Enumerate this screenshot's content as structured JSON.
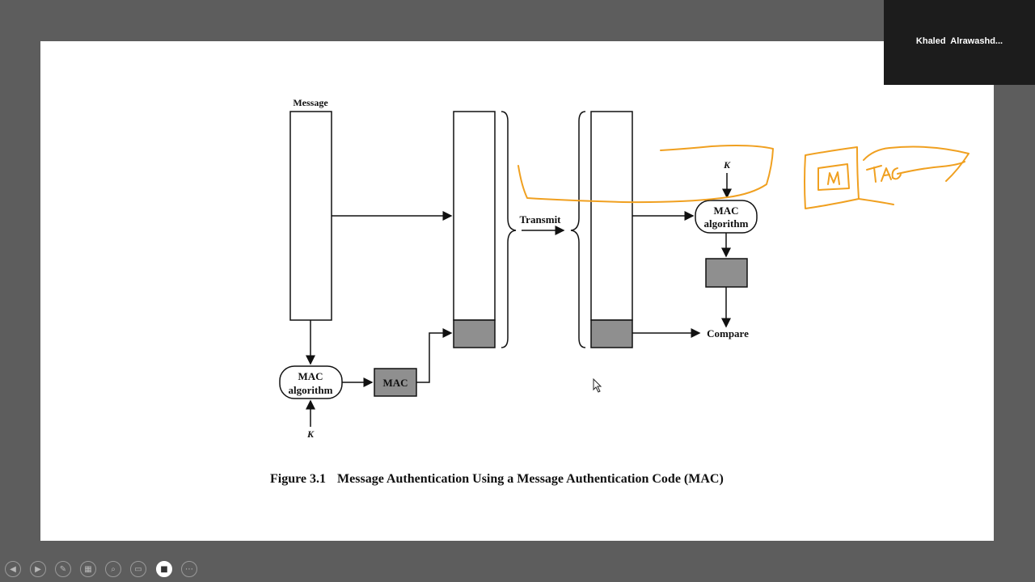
{
  "participant": {
    "name": "Khaled  Alrawashd..."
  },
  "figure": {
    "message_label": "Message",
    "transmit_label": "Transmit",
    "sender_mac_algorithm": [
      "MAC",
      "algorithm"
    ],
    "receiver_mac_algorithm": [
      "MAC",
      "algorithm"
    ],
    "mac_box_label": "MAC",
    "key_sender": "K",
    "key_receiver": "K",
    "compare_label": "Compare",
    "caption_number": "Figure 3.1",
    "caption_text": "Message Authentication Using a Message Authentication Code (MAC)"
  },
  "annotation": {
    "color": "#f0a020"
  },
  "toolbar": {
    "buttons": [
      {
        "name": "previous-slide-icon",
        "glyph": "◀"
      },
      {
        "name": "next-slide-icon",
        "glyph": "▶"
      },
      {
        "name": "pen-icon",
        "glyph": "✎"
      },
      {
        "name": "see-all-slides-icon",
        "glyph": "▦"
      },
      {
        "name": "zoom-icon",
        "glyph": "⌕"
      },
      {
        "name": "subtitles-icon",
        "glyph": "▭"
      },
      {
        "name": "camera-icon",
        "glyph": "■"
      },
      {
        "name": "more-options-icon",
        "glyph": "⋯"
      }
    ]
  }
}
